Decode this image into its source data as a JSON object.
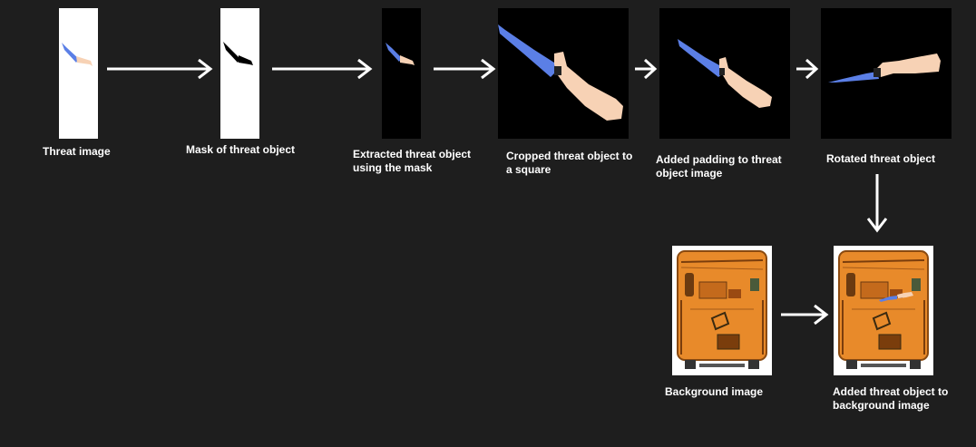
{
  "steps": [
    {
      "caption": "Threat image"
    },
    {
      "caption": "Mask of threat object"
    },
    {
      "caption_line1": "Extracted threat object",
      "caption_line2": "using the mask"
    },
    {
      "caption_line1": "Cropped threat object to",
      "caption_line2": "a square"
    },
    {
      "caption_line1": "Added padding to threat",
      "caption_line2": "object image"
    },
    {
      "caption": "Rotated threat object"
    },
    {
      "caption": "Background image"
    },
    {
      "caption_line1": "Added threat object to",
      "caption_line2": "background image"
    }
  ],
  "colors": {
    "background": "#1e1e1e",
    "blade": "#5b7fe6",
    "handle": "#f7d2b5",
    "xray_orange": "#e88a2a",
    "arrow": "#ffffff"
  }
}
